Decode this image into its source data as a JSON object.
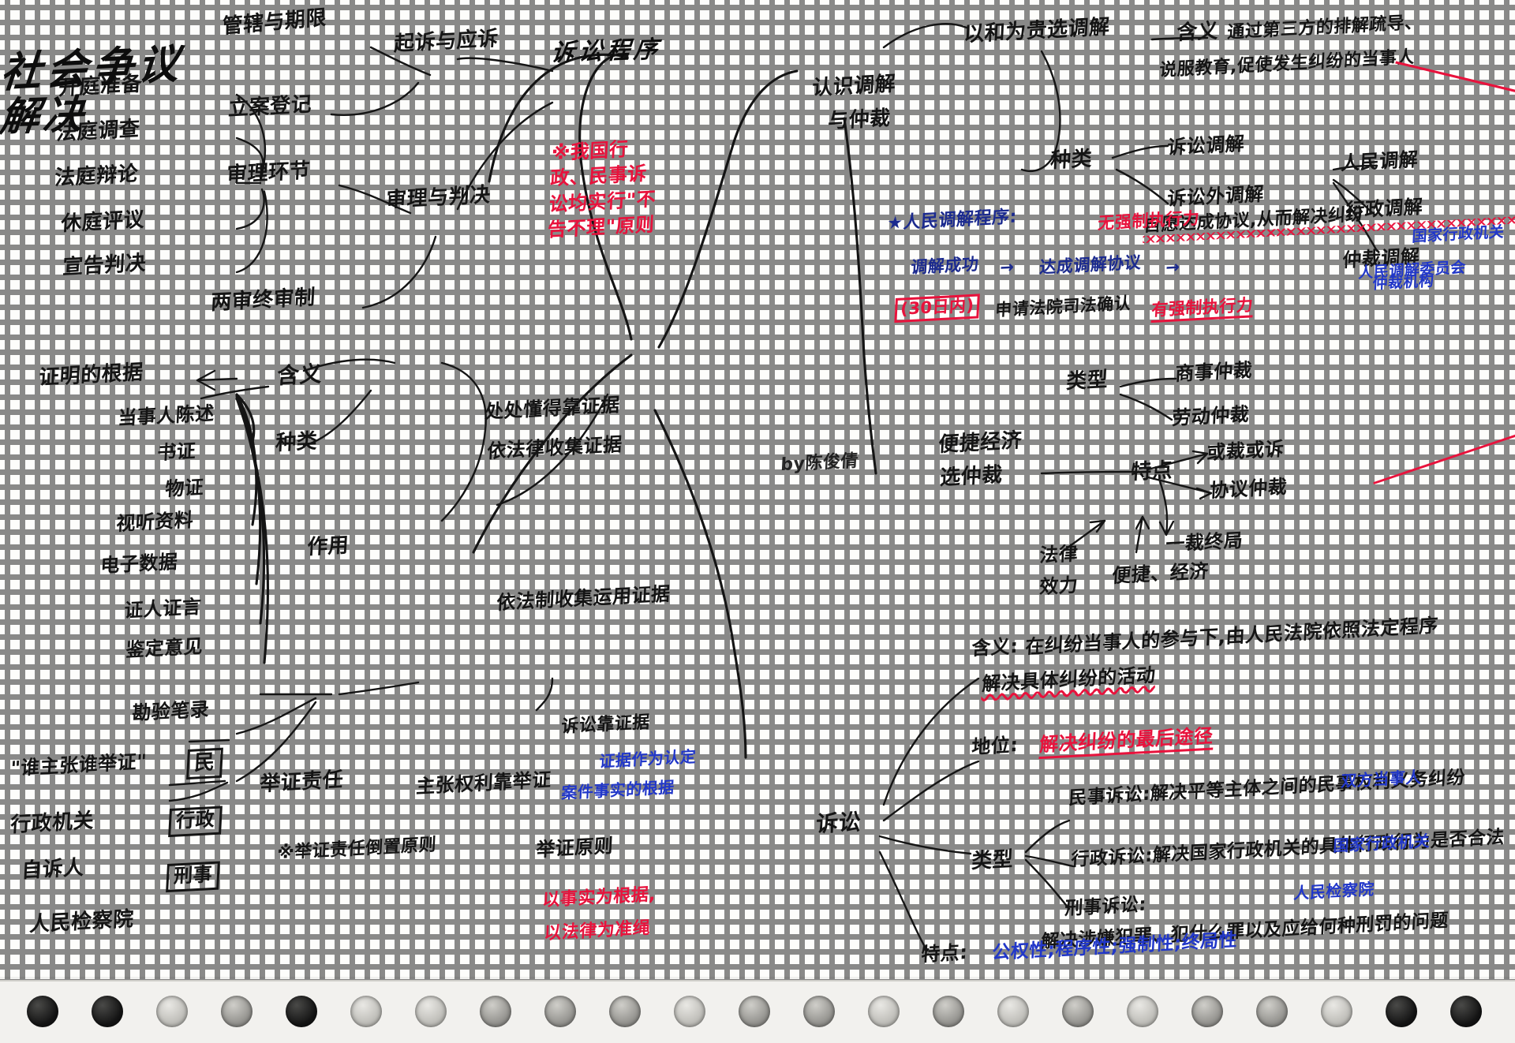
{
  "document": {
    "medium": "handwritten notes on dashed grid paper",
    "center_title_line1": "社会争议",
    "center_title_line2": "解决",
    "center_title_annotation": "by陈俊倩"
  },
  "branch_litigation_procedure": {
    "label": "诉讼程序",
    "children": [
      {
        "label": "起诉与应诉",
        "sub": [
          "管辖与期限",
          "立案登记"
        ]
      },
      {
        "label": "审理环节"
      },
      {
        "label": "审理与判决",
        "sub": [
          "开庭准备",
          "法庭调查",
          "法庭辩论",
          "休庭评议",
          "宣告判决"
        ]
      },
      {
        "label": "两审终审制"
      }
    ],
    "red_note": "※我国行政、民事诉讼均实行\"不告不理\"原则"
  },
  "branch_evidence": {
    "meaning_label": "含义",
    "meaning_text": "证明的根据",
    "types_label": "种类",
    "types": [
      "当事人陈述",
      "书证",
      "物证",
      "视听资料",
      "电子数据",
      "证人证言",
      "鉴定意见",
      "勘验笔录"
    ],
    "function_label": "作用",
    "function_children": [
      "处处懂得靠证据",
      "依法律收集证据"
    ],
    "usage_label": "依法制收集运用证据"
  },
  "branch_burden_of_proof": {
    "label": "举证责任",
    "civil_rule": "\"谁主张谁举证\"",
    "civil_tag": "民",
    "admin_party": "行政机关",
    "admin_tag": "行政",
    "criminal_party1": "自诉人",
    "criminal_party2": "人民检察院",
    "criminal_tag": "刑事",
    "rule_note": "※举证责任倒置原则",
    "right_label": "主张权利靠举证",
    "blue_note1": "证据作为认定",
    "blue_note2": "案件事实的根据",
    "proof_principle": "举证原则",
    "red_principle_l1": "以事实为根据,",
    "red_principle_l2": "以法律为准绳",
    "lawsuit_evidence": "诉讼靠证据"
  },
  "branch_mediation_arbitration": {
    "label_l1": "认识调解",
    "label_l2": "与仲裁",
    "mediation": {
      "title": "以和为贵选调解",
      "meaning_label": "含义",
      "meaning_l1": "通过第三方的排解疏导、",
      "meaning_l2": "说服教育,促使发生纠纷的当事人",
      "meaning_l3": "自愿达成协议,从而解决纠纷",
      "types_label": "种类",
      "types": [
        "诉讼调解",
        "诉讼外调解",
        "人民调解",
        "行政调解",
        "仲裁调解"
      ],
      "blue_note_right1": "人民调解委员会",
      "blue_note_right2": "国家行政机关",
      "blue_note_right3": "仲裁机构",
      "blue_procedure_title": "★人民调解程序:",
      "blue_step1": "调解成功",
      "blue_arrow": "→",
      "blue_step2": "达成调解协议",
      "blue_arrow2": "→",
      "red_no_force": "无强制执行力",
      "red_timebox": "(30日内)",
      "black_apply": "申请法院司法确认",
      "red_force": "有强制执行力"
    },
    "arbitration": {
      "title_l1": "便捷经济",
      "title_l2": "选仲裁",
      "types_label": "类型",
      "types": [
        "商事仲裁",
        "劳动仲裁"
      ],
      "features_label": "特点",
      "features": [
        "或裁或诉",
        "协议仲裁",
        "一裁终局",
        "便捷、经济"
      ],
      "legal_effect_l1": "法律",
      "legal_effect_l2": "效力"
    }
  },
  "branch_litigation": {
    "label": "诉讼",
    "meaning_label": "含义:",
    "meaning_l1": "在纠纷当事人的参与下,由人民法院依照法定程序",
    "meaning_l2": "解决具体纠纷的活动",
    "status_label": "地位:",
    "status_value": "解决纠纷的最后途径",
    "types_label": "类型",
    "types": [
      {
        "name": "民事诉讼:",
        "desc": "解决平等主体之间的民事权利义务纠纷"
      },
      {
        "name": "行政诉讼:",
        "desc": "解决国家行政机关的具体行政行为是否合法"
      },
      {
        "name": "刑事诉讼:",
        "desc": "解决涉嫌犯罪、犯什么罪以及应给何种刑罚的问题"
      }
    ],
    "blue_notes": [
      "双方当事人",
      "国家行政机关",
      "人民检察院"
    ],
    "features_label": "特点:",
    "features_text": "公权性;程序性;强制性;终局性"
  },
  "colors": {
    "ink_black": "#141414",
    "ink_red": "#e8123c",
    "ink_blue": "#2137c9",
    "paper": "#fdfdfb",
    "grid": "#3a3a3a"
  }
}
